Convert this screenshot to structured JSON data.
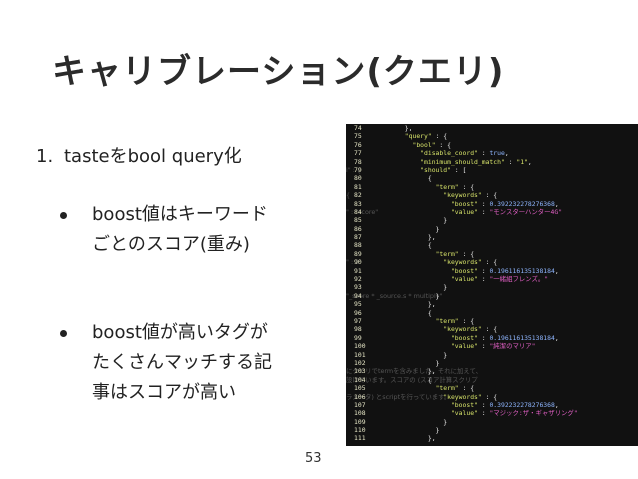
{
  "slide": {
    "title": "キャリブレーション(クエリ)",
    "numbered_item": {
      "number": "1.",
      "text": "tasteをbool query化"
    },
    "bullets": [
      {
        "lines": [
          "boost値はキーワード",
          "ごとのスコア(重み)"
        ]
      },
      {
        "lines": [
          "boost値が高いタグが",
          "たくさんマッチする記",
          "事はスコアが高い"
        ]
      }
    ],
    "page_number": "53"
  },
  "code": {
    "lines": [
      {
        "n": "74",
        "c": "        },",
        "o": ""
      },
      {
        "n": "75",
        "c": "        \"query\" : {",
        "o": ""
      },
      {
        "n": "76",
        "c": "          \"bool\" : {",
        "o": ""
      },
      {
        "n": "77",
        "c": "            \"disable_coord\" : true,",
        "o": ""
      },
      {
        "n": "78",
        "c": "            \"minimum_should_match\" : \"1\",",
        "o": ""
      },
      {
        "n": "79",
        "c": "            \"should\" : [",
        "o": "i\" : {"
      },
      {
        "n": "80",
        "c": "              {",
        "o": ""
      },
      {
        "n": "81",
        "c": "                \"term\" : {",
        "o": ""
      },
      {
        "n": "82",
        "c": "                  \"keywords\" : {",
        "o": "{"
      },
      {
        "n": "83",
        "c": "                    \"boost\" : 0.392232278276368,",
        "o": ""
      },
      {
        "n": "84",
        "c": "                    \"value\" : \"モンスターハンター4G\"",
        "o": "\" : \"score\""
      },
      {
        "n": "85",
        "c": "                  }",
        "o": ""
      },
      {
        "n": "86",
        "c": "                }",
        "o": ""
      },
      {
        "n": "87",
        "c": "              },",
        "o": ""
      },
      {
        "n": "88",
        "c": "              {",
        "o": ""
      },
      {
        "n": "89",
        "c": "                \"term\" : {",
        "o": ""
      },
      {
        "n": "90",
        "c": "                  \"keywords\" : {",
        "o": "\" : 2"
      },
      {
        "n": "91",
        "c": "                    \"boost\" : 0.196116135138184,",
        "o": ""
      },
      {
        "n": "92",
        "c": "                    \"value\" : \"一緒組フレンズ。\"",
        "o": ""
      },
      {
        "n": "93",
        "c": "                  }",
        "o": ""
      },
      {
        "n": "94",
        "c": "                }",
        "o": "\"_score * _source.s * multiply\""
      },
      {
        "n": "95",
        "c": "              },",
        "o": ""
      },
      {
        "n": "96",
        "c": "              {",
        "o": ""
      },
      {
        "n": "97",
        "c": "                \"term\" : {",
        "o": ""
      },
      {
        "n": "98",
        "c": "                  \"keywords\" : {",
        "o": ""
      },
      {
        "n": "99",
        "c": "                    \"boost\" : 0.196116135138184,",
        "o": ""
      },
      {
        "n": "100",
        "c": "                    \"value\" : \"純潔のマリア\"",
        "o": ""
      },
      {
        "n": "101",
        "c": "                  }",
        "o": ""
      },
      {
        "n": "102",
        "c": "                }",
        "o": ""
      },
      {
        "n": "103",
        "c": "              },",
        "o": "にクエリでtermを含みました。それに加えて、"
      },
      {
        "n": "104",
        "c": "              {",
        "o": "設けています。スコアの (スコア計算スクリプ"
      },
      {
        "n": "105",
        "c": "                \"term\" : {",
        "o": ""
      },
      {
        "n": "106",
        "c": "                  \"keywords\" : {",
        "o": "ラメータ) とscriptを行っています。"
      },
      {
        "n": "107",
        "c": "                    \"boost\" : 0.392232278276368,",
        "o": ""
      },
      {
        "n": "108",
        "c": "                    \"value\" : \"マジック:ザ・ギャザリング\"",
        "o": ""
      },
      {
        "n": "109",
        "c": "                  }",
        "o": ""
      },
      {
        "n": "110",
        "c": "                }",
        "o": ""
      },
      {
        "n": "111",
        "c": "              },",
        "o": ""
      }
    ]
  },
  "colors": {
    "code_background": "#111111",
    "code_text": "#f0f0f0",
    "code_string": "#d7e36a",
    "code_number": "#8fb6ff",
    "code_japanese": "#e15fc4",
    "line_number": "#e8e8c8"
  }
}
